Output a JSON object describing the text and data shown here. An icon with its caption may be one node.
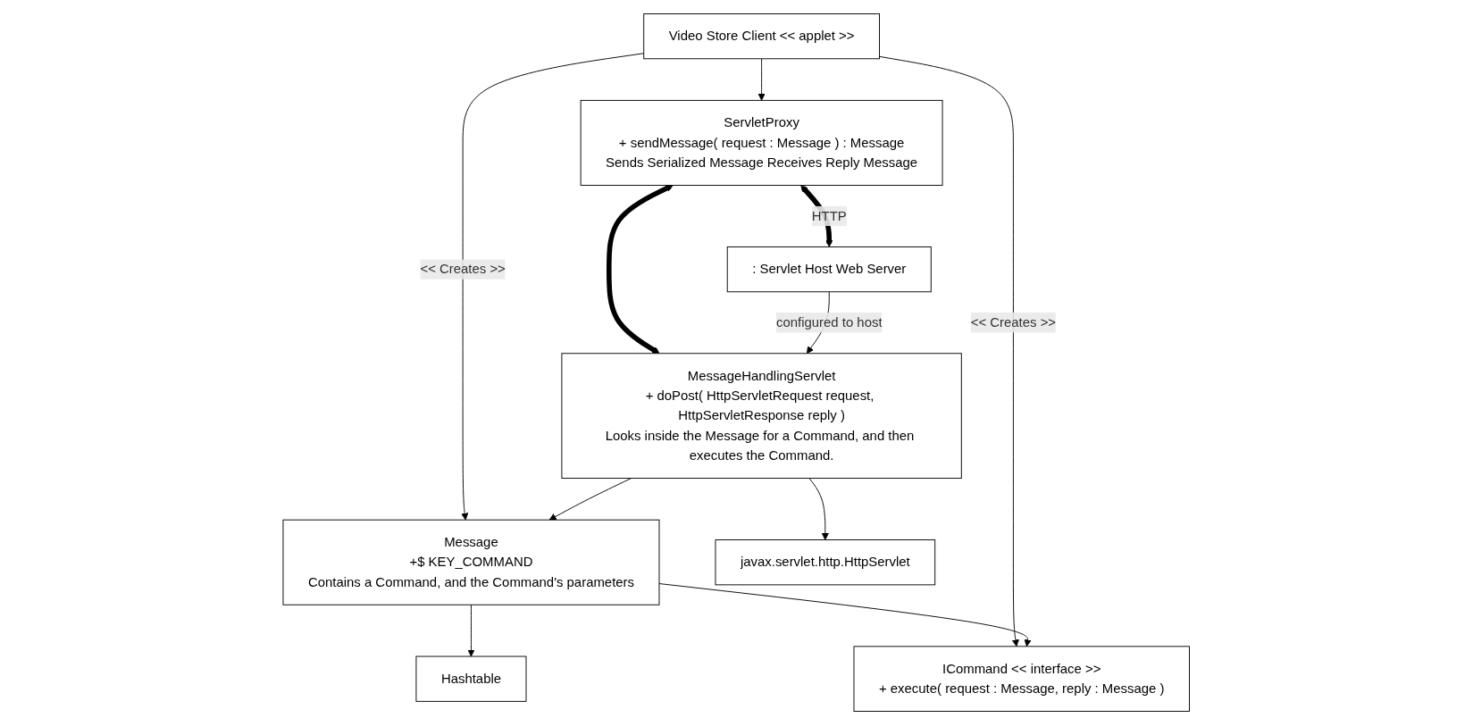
{
  "diagram": {
    "nodes": [
      {
        "text": [
          "Video Store Client << applet >>"
        ]
      },
      {
        "text": [
          "ServletProxy",
          "+ sendMessage( request : Message ) : Message",
          "Sends Serialized Message Receives Reply Message"
        ]
      },
      {
        "text": [
          ": Servlet Host Web Server"
        ]
      },
      {
        "text": [
          "MessageHandlingServlet",
          "+ doPost( HttpServletRequest request, HttpServletResponse reply )",
          "Looks inside the Message for a Command, and then executes the Command."
        ]
      },
      {
        "text": [
          "Hashtable"
        ]
      },
      {
        "text": [
          "ICommand << interface >>",
          "+ execute( request : Message, reply : Message )"
        ]
      },
      {
        "text": [
          "Message",
          "+$ KEY_COMMAND",
          "Contains a Command, and the Command's parameters"
        ]
      },
      {
        "text": [
          "javax.servlet.http.HttpServlet"
        ]
      }
    ],
    "edges": [
      {
        "from": 0,
        "to": 1,
        "arrow": "to"
      },
      {
        "from": 1,
        "to": 2,
        "arrow": "both",
        "style": "thick",
        "label": "HTTP"
      },
      {
        "from": 1,
        "to": 3,
        "arrow": "both",
        "style": "thick"
      },
      {
        "from": 2,
        "to": 3,
        "arrow": "to",
        "label": "configured to host"
      },
      {
        "from": 0,
        "to": 5,
        "arrow": "to",
        "label": "<< Creates >>"
      },
      {
        "from": 0,
        "to": 6,
        "arrow": "to",
        "label": "<< Creates >>"
      },
      {
        "from": 6,
        "to": 4,
        "arrow": "to"
      },
      {
        "from": 3,
        "to": 6,
        "arrow": "to"
      },
      {
        "from": 3,
        "to": 7,
        "arrow": "to"
      },
      {
        "from": 6,
        "to": 5,
        "arrow": "to"
      }
    ]
  }
}
